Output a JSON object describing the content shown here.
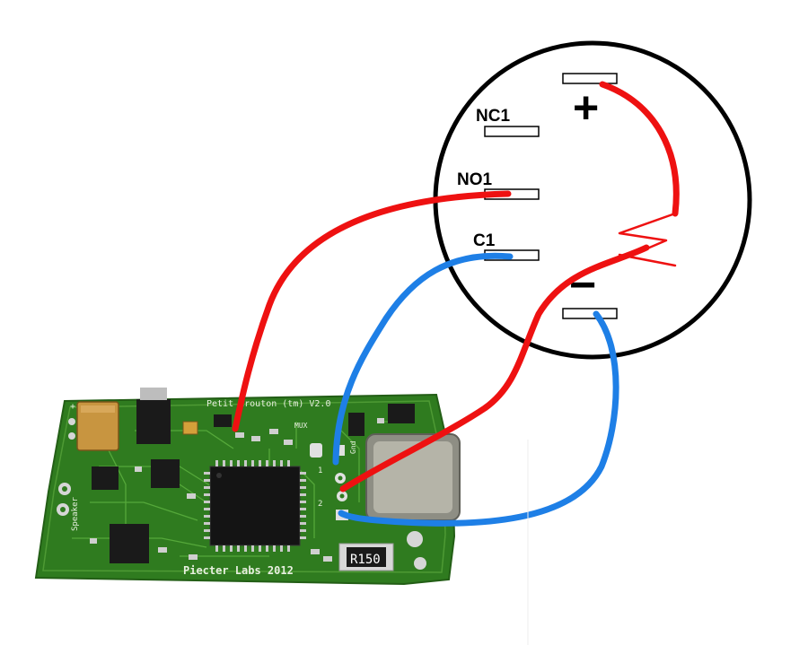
{
  "switch": {
    "terminals": {
      "plus": "+",
      "nc1": "NC1",
      "no1": "NO1",
      "c1": "C1",
      "minus": "−"
    }
  },
  "board": {
    "title": "Petit Crouton (tm) V2.0",
    "maker": "Piecter Labs 2012",
    "resistor": "R150",
    "speaker": "Speaker",
    "labels": {
      "mux": "MUX",
      "gnd": "Gnd",
      "pin1": "1",
      "pin2": "2",
      "plus": "+"
    }
  },
  "colors": {
    "wire_red": "#ee1111",
    "wire_blue": "#1e7fe6",
    "pcb": "#2e7a1e",
    "outline": "#000000"
  }
}
